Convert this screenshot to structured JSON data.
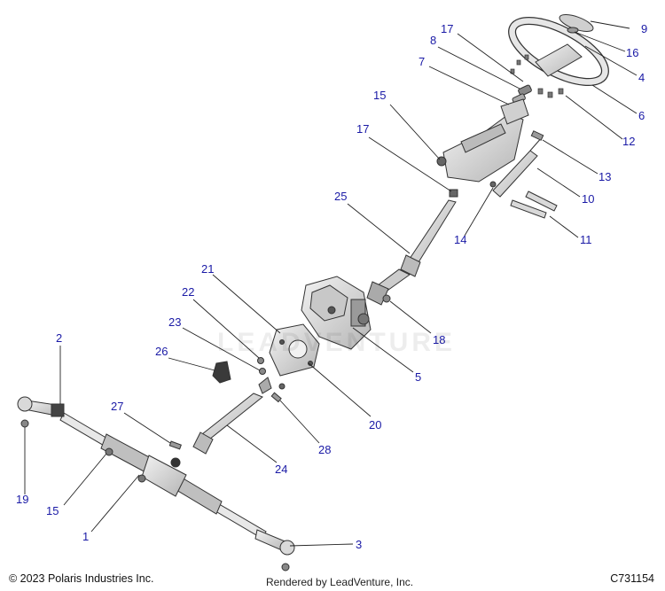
{
  "diagram": {
    "callouts": [
      "1",
      "2",
      "3",
      "4",
      "5",
      "6",
      "7",
      "8",
      "9",
      "10",
      "11",
      "12",
      "13",
      "14",
      "15",
      "15",
      "16",
      "17",
      "17",
      "18",
      "19",
      "20",
      "21",
      "22",
      "23",
      "24",
      "25",
      "26",
      "27",
      "28"
    ],
    "watermark_text": "LEADVENTURE"
  },
  "footer": {
    "copyright": "© 2023 Polaris Industries Inc.",
    "rendered_by": "Rendered by LeadVenture, Inc.",
    "diagram_id": "C731154"
  },
  "colors": {
    "callout_text": "#1a1aa6",
    "part_gray": "#d9d9d9",
    "outline": "#333333"
  }
}
